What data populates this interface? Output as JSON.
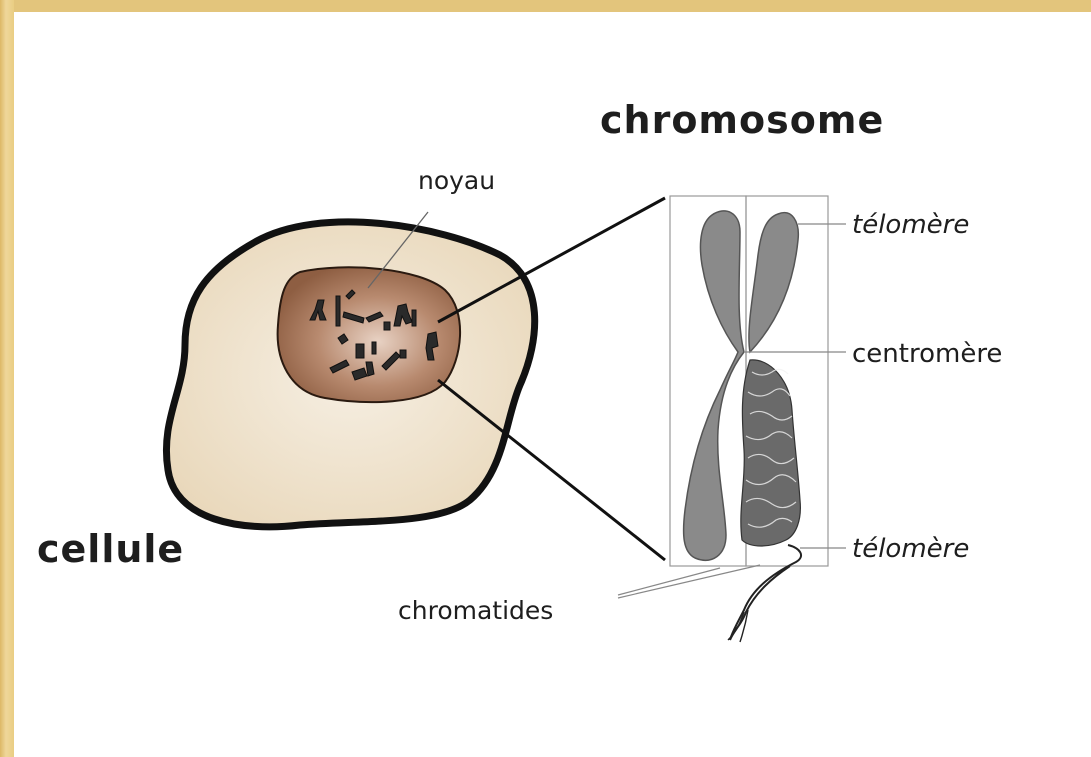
{
  "diagram": {
    "labels": {
      "title": "chromosome",
      "nucleus": "noyau",
      "cell": "cellule",
      "telomere_top": "télomère",
      "centromere": "centromère",
      "telomere_bottom": "télomère",
      "chromatids": "chromatides"
    },
    "colors": {
      "cell_fill": "#efe3cc",
      "cell_outline": "#111111",
      "nucleus_fill": "#9c6a4c",
      "chromosome_fill": "#8a8a8a",
      "frame": "#e3c57c"
    }
  }
}
